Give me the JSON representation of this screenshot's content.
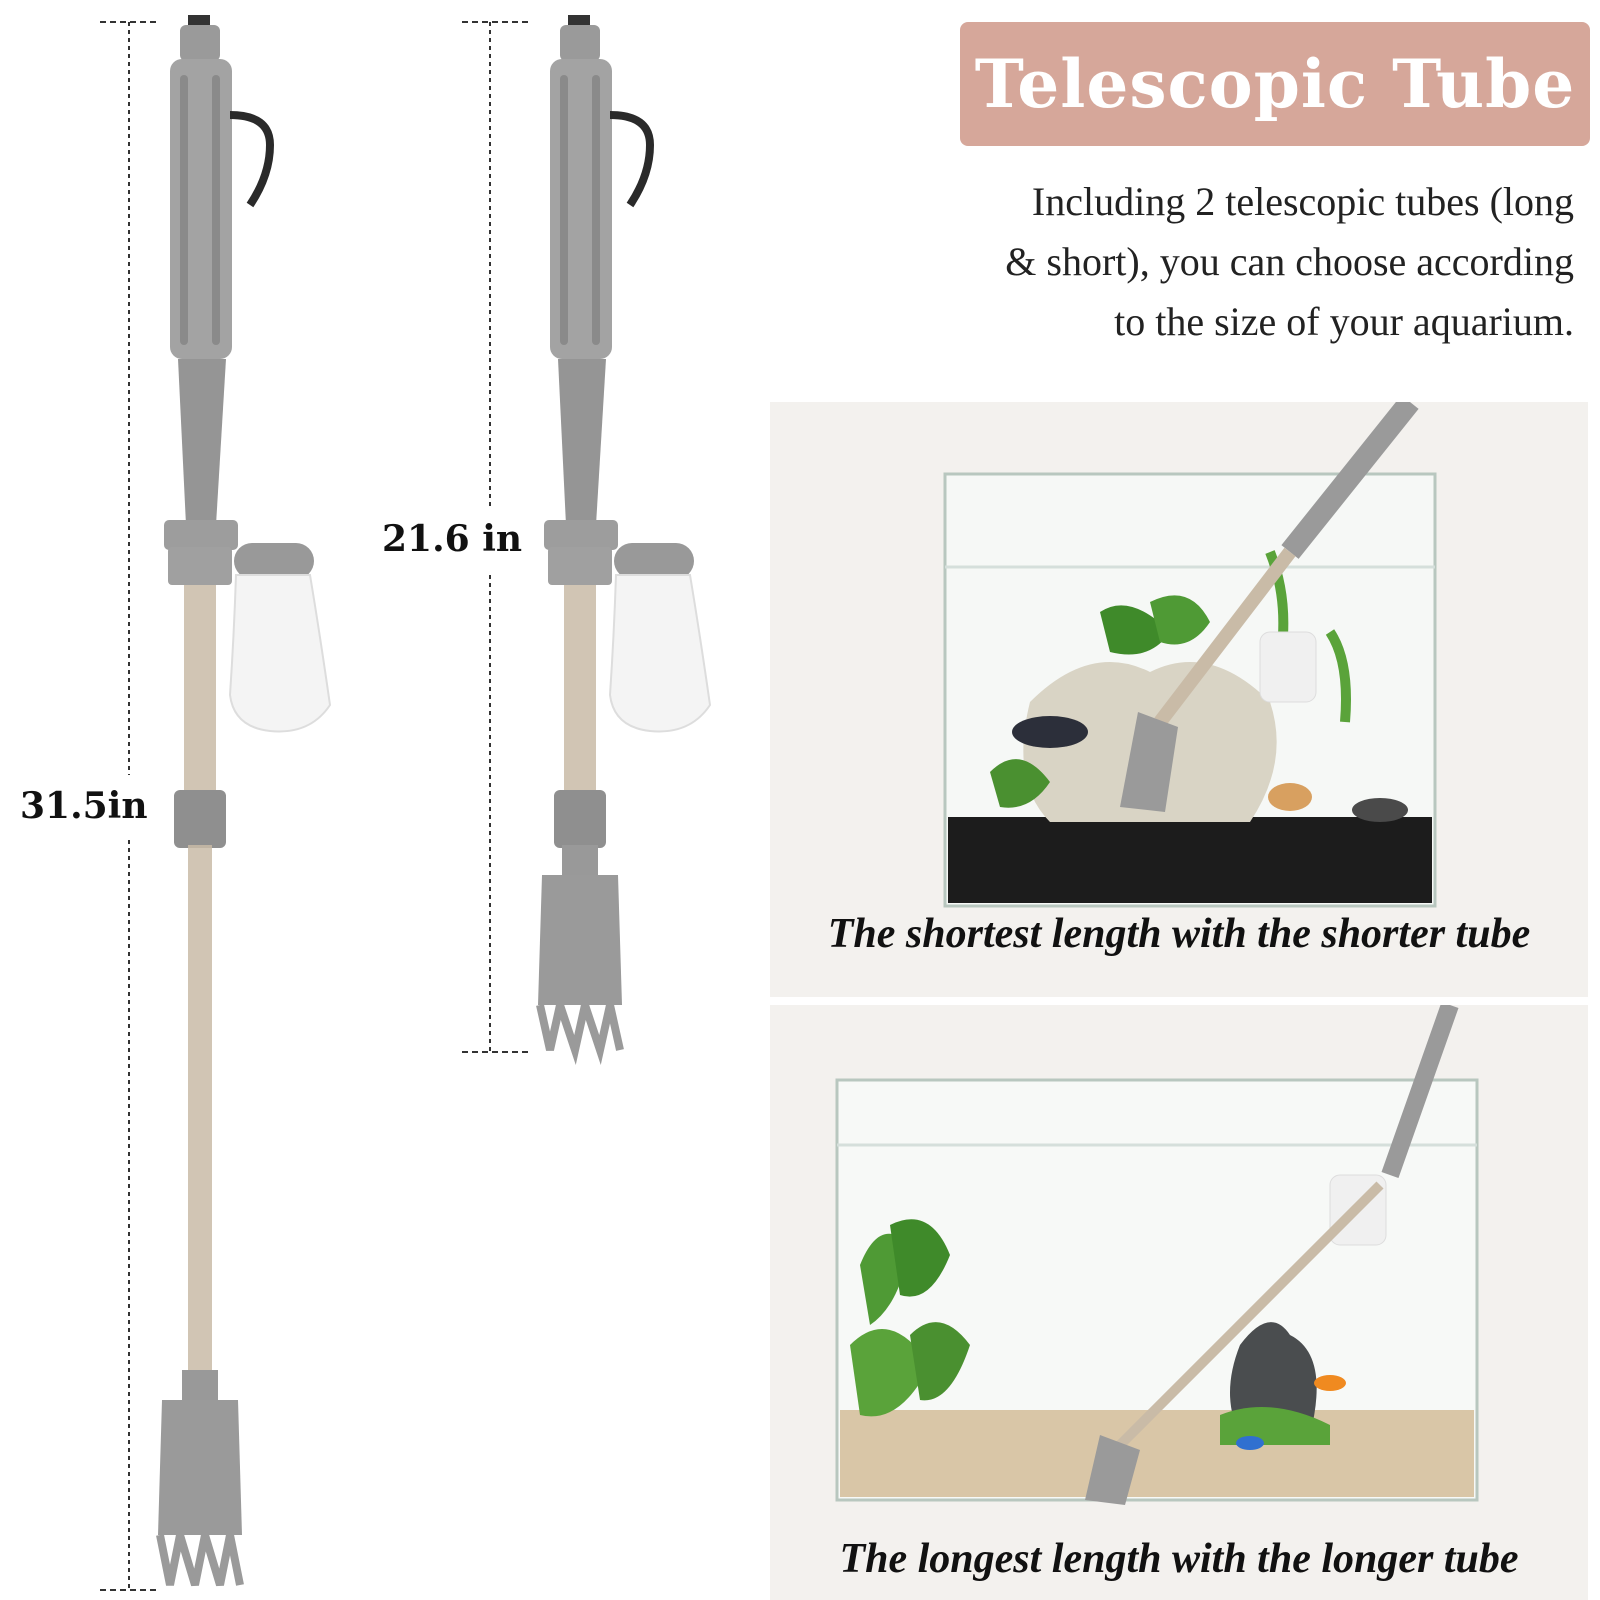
{
  "header": {
    "title": "Telescopic Tube",
    "description_lines": [
      "Including 2 telescopic tubes (long",
      "& short), you can choose according",
      "to the size of your aquarium."
    ]
  },
  "measurements": {
    "long_length": "31.5in",
    "short_length": "21.6 in"
  },
  "panels": {
    "top_caption": "The shortest length with the shorter tube",
    "bottom_caption": "The longest length with the longer tube"
  },
  "colors": {
    "title_bg": "#d6a79a",
    "tool_gray": "#9a9a9a",
    "tube_tint": "#c9bba7"
  }
}
